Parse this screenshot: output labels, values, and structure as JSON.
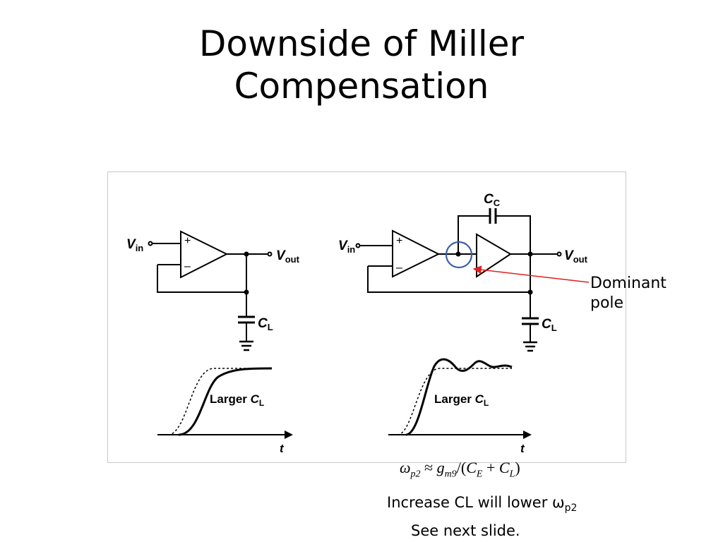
{
  "title": {
    "line1": "Downside of Miller",
    "line2": "Compensation"
  },
  "figure": {
    "left_circuit": {
      "vin_main": "V",
      "vin_sub": "in",
      "vout_main": "V",
      "vout_sub": "out",
      "plus": "+",
      "minus": "–",
      "cl_main": "C",
      "cl_sub": "L"
    },
    "right_circuit": {
      "vin_main": "V",
      "vin_sub": "in",
      "vout_main": "V",
      "vout_sub": "out",
      "plus": "+",
      "minus": "–",
      "cc_main": "C",
      "cc_sub": "C",
      "cl_main": "C",
      "cl_sub": "L"
    },
    "left_plot": {
      "label_main": "Larger ",
      "label_c": "C",
      "label_sub": "L",
      "axis": "t"
    },
    "right_plot": {
      "label_main": "Larger ",
      "label_c": "C",
      "label_sub": "L",
      "axis": "t"
    },
    "colors": {
      "highlight_circle": "#3b5ea8",
      "arrow": "#e02020"
    }
  },
  "callout": {
    "line1": "Dominant",
    "line2": "pole"
  },
  "formula": {
    "omega": "ω",
    "omega_sub": "p2",
    "approx": " ≈ ",
    "gm": "g",
    "gm_sub": "m9",
    "rest_open": "/(",
    "ce": "C",
    "ce_sub": "E",
    "plus": " + ",
    "cl": "C",
    "cl_sub": "L",
    "rest_close": ")"
  },
  "notes": {
    "line1_text": "Increase  CL will lower ",
    "line1_omega": "ω",
    "line1_sub": "p2",
    "line2": "See next slide."
  }
}
